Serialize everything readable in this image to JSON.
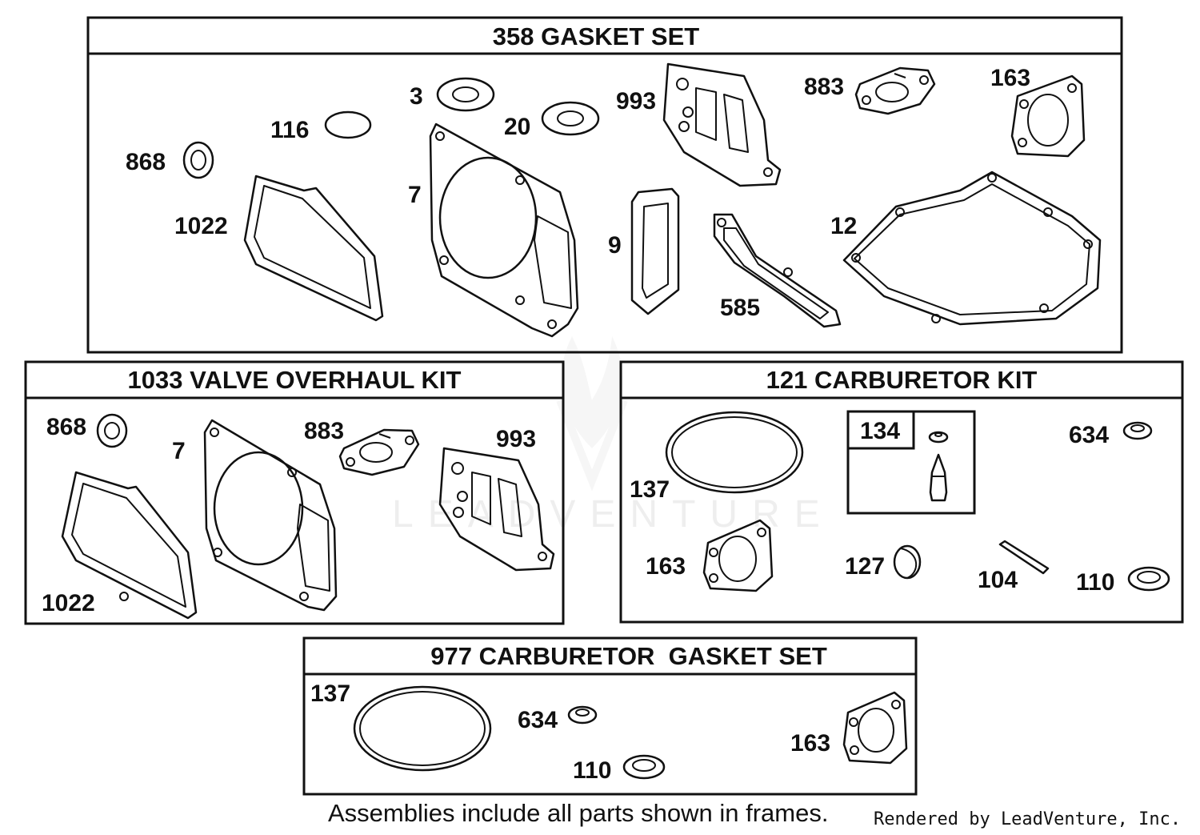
{
  "kits": [
    {
      "title": "358 GASKET SET",
      "callouts": [
        "3",
        "116",
        "20",
        "993",
        "883",
        "163",
        "868",
        "1022",
        "7",
        "9",
        "585",
        "12"
      ]
    },
    {
      "title": "1033 VALVE OVERHAUL KIT",
      "callouts": [
        "868",
        "7",
        "883",
        "993",
        "1022"
      ]
    },
    {
      "title": "121 CARBURETOR KIT",
      "callouts": [
        "134",
        "634",
        "137",
        "163",
        "127",
        "104",
        "110"
      ]
    },
    {
      "title": "977 CARBURETOR  GASKET SET",
      "callouts": [
        "137",
        "634",
        "110",
        "163"
      ]
    }
  ],
  "watermark": "LEADVENTURE",
  "footer": {
    "note": "Assemblies include all parts shown in frames.",
    "credit": "Rendered by LeadVenture, Inc."
  }
}
